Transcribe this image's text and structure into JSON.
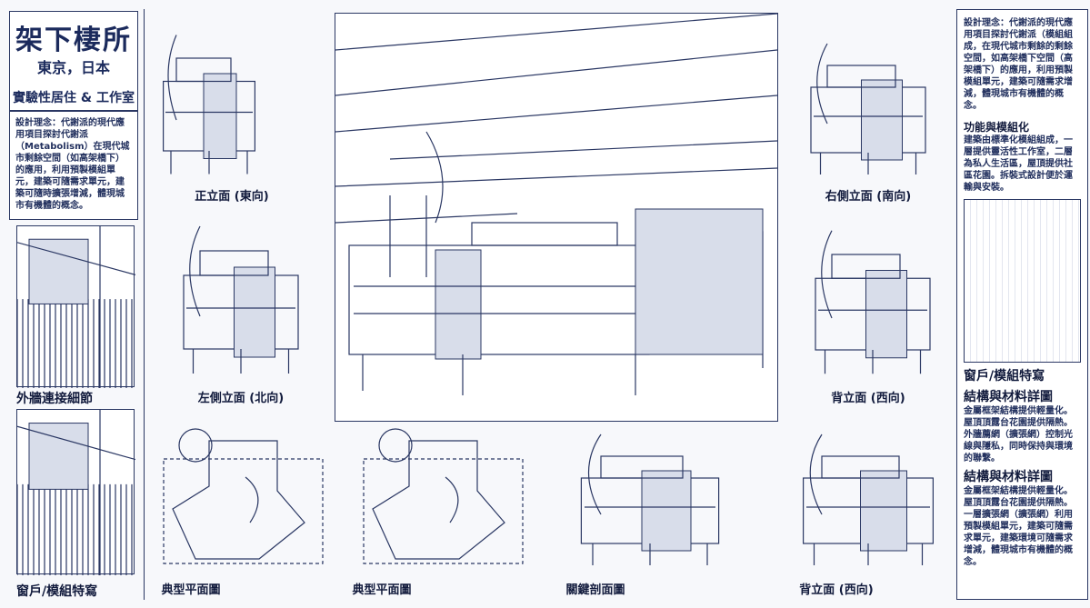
{
  "title": {
    "name": "架下棲所",
    "location": "東京，日本",
    "program": "實驗性居住 & 工作室"
  },
  "left": {
    "concept": "設計理念：代謝派的現代應用項目探討代謝派（Metabolism）在現代城市剩餘空間（如高架橋下）的應用，利用預製模組單元，建築可隨需求單元，建築可隨時擴張增減，體現城市有機體的概念。",
    "detail1_label": "外牆連接細節",
    "detail2_label": "窗戶/模組特寫"
  },
  "captions": {
    "front": "正立面 (東向)",
    "left_side": "左側立面 (北向)",
    "right_side": "右側立面 (南向)",
    "back": "背立面 (西向)",
    "plan1": "典型平面圖",
    "plan2": "典型平面圖",
    "section": "關鍵剖面圖",
    "back2": "背立面 (西向)"
  },
  "right": {
    "concept": "設計理念：代謝派的現代應用項目探討代謝派（模組組成，在現代城市剩餘的剩餘空間，如高架橋下空間（高架橋下）的應用，利用預製模組單元，建築可隨需求增減，體現城市有機體的概念。",
    "func_title": "功能與模組化",
    "func_text": "建築由標準化模組組成，一層提供靈活性工作室，二層為私人生活區，屋頂提供社區花園。拆裝式設計便於運輸與安裝。",
    "detail_label": "窗戶/模組特寫",
    "mat1_title": "結構與材料詳圖",
    "mat1_text": "金屬框架結構提供輕量化。屋頂頂露台花園提供隔熱。外牆薦網（擴張網）控制光線與隱私，同時保持與環境的聯繫。",
    "mat2_title": "結構與材料詳圖",
    "mat2_text": "金屬框架結構提供輕量化。屋頂頂露台花園提供隔熱。一層擴張網（擴張網）利用預製模組單元，建築可隨需求單元，建築環境可隨需求增減，體現城市有機體的概念。"
  }
}
